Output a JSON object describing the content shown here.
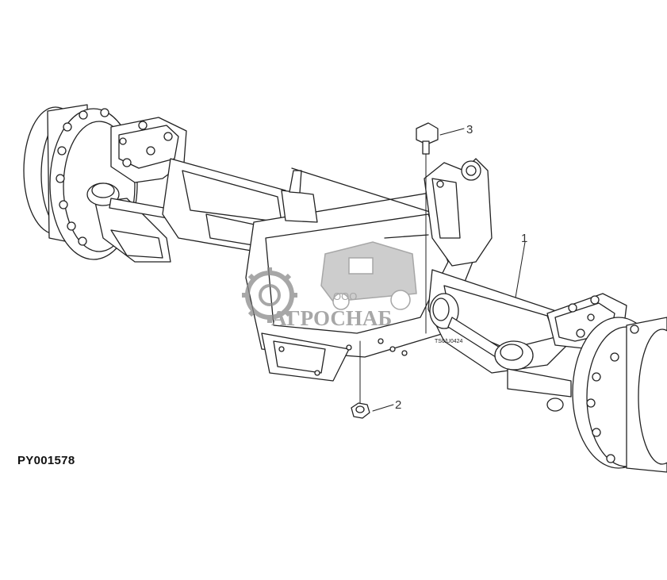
{
  "figure": {
    "id_label": "PY001578"
  },
  "callouts": [
    {
      "id": "1",
      "label": "1"
    },
    {
      "id": "2",
      "label": "2"
    },
    {
      "id": "3",
      "label": "3"
    }
  ],
  "watermark": {
    "company_prefix": "ООО",
    "company_name": "АГРОСНАБ"
  },
  "colors": {
    "line": "#222222",
    "watermark": "#8a8a8a",
    "background": "#ffffff"
  }
}
